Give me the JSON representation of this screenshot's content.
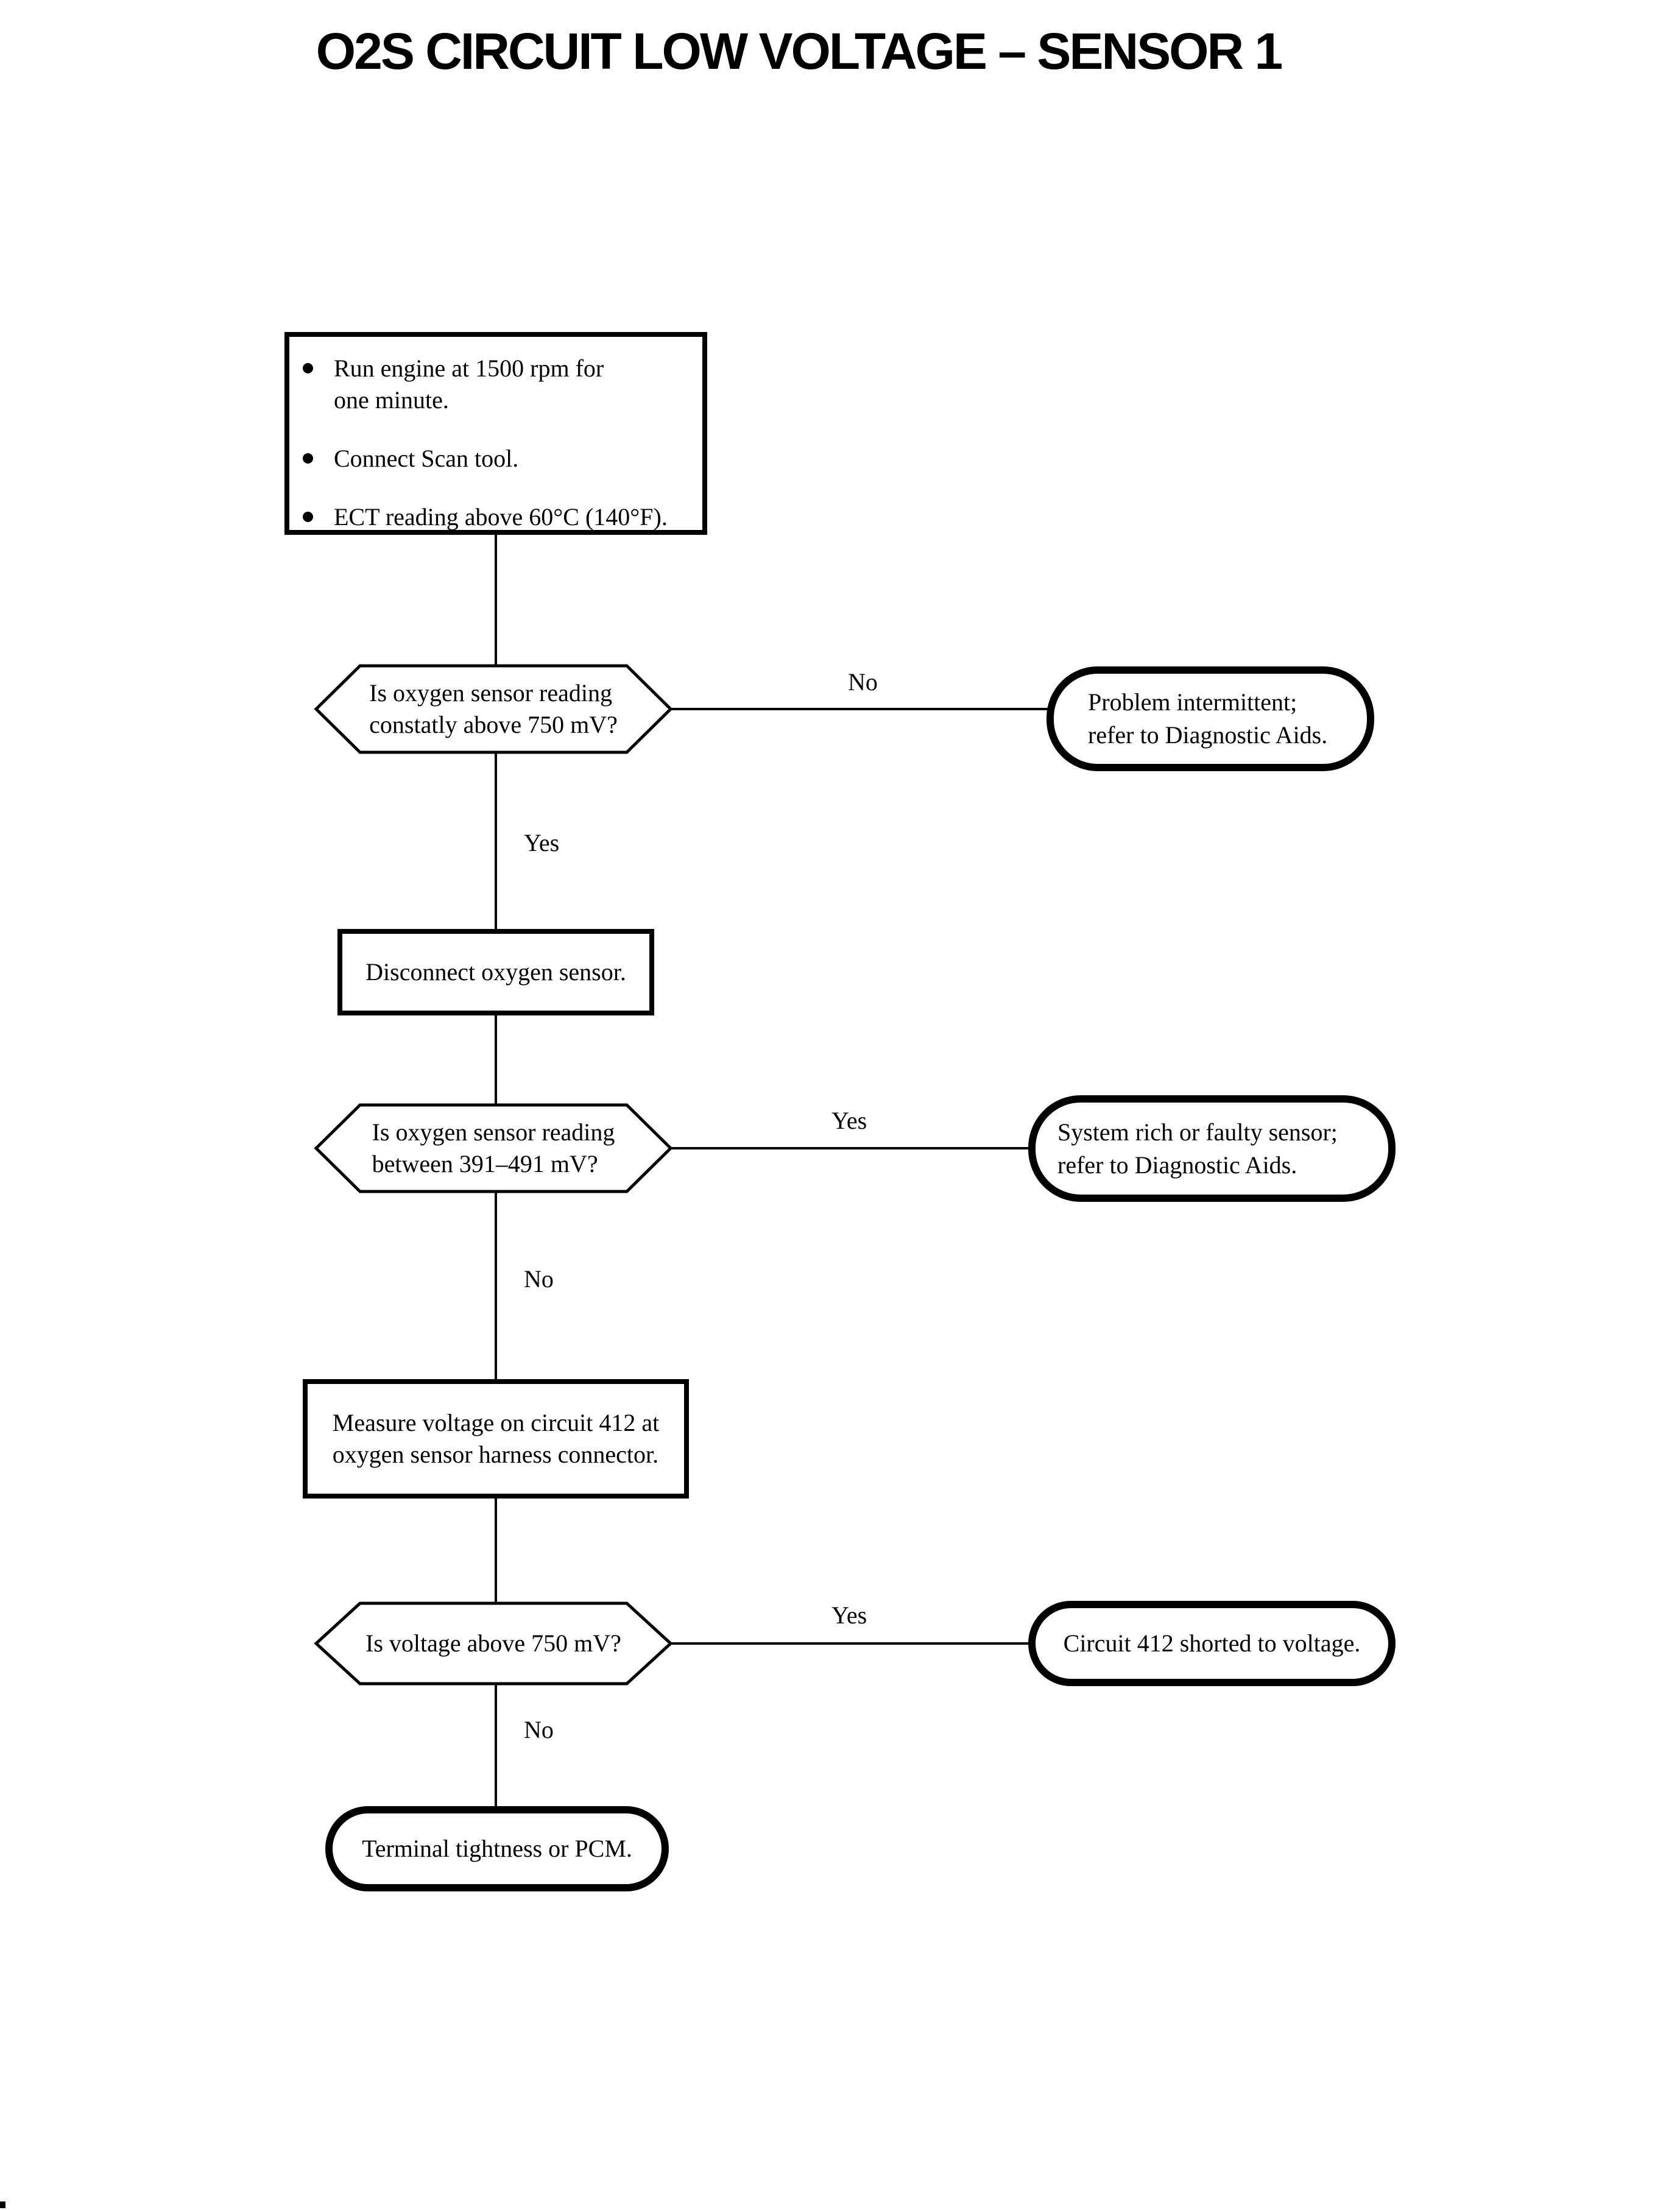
{
  "page": {
    "background": "#ffffff",
    "ink": "#000000"
  },
  "title": "O2S CIRCUIT LOW VOLTAGE – SENSOR 1",
  "flowchart": {
    "start": {
      "bullets": [
        {
          "lines": [
            "Run engine at 1500 rpm for",
            "one minute."
          ]
        },
        {
          "lines": [
            "Connect Scan tool."
          ]
        },
        {
          "lines": [
            "ECT reading above 60°C (140°F)."
          ]
        }
      ]
    },
    "q1": {
      "lines": [
        "Is oxygen sensor reading",
        "constatly above 750 mV?"
      ]
    },
    "a1": {
      "lines": [
        "Problem intermittent;",
        "refer to Diagnostic Aids."
      ]
    },
    "p1": {
      "text": "Disconnect oxygen sensor."
    },
    "q2": {
      "lines": [
        "Is oxygen sensor reading",
        "between 391–491 mV?"
      ]
    },
    "a2": {
      "lines": [
        "System rich or faulty sensor;",
        "refer to Diagnostic Aids."
      ]
    },
    "p2": {
      "lines": [
        "Measure voltage on circuit 412 at",
        "oxygen sensor harness connector."
      ]
    },
    "q3": {
      "text": "Is voltage above 750 mV?"
    },
    "a3": {
      "text": "Circuit 412 shorted to voltage."
    },
    "a4": {
      "text": "Terminal tightness or PCM."
    },
    "branches": {
      "q1_no": "No",
      "q1_yes": "Yes",
      "q2_yes": "Yes",
      "q2_no": "No",
      "q3_yes": "Yes",
      "q3_no": "No"
    }
  }
}
